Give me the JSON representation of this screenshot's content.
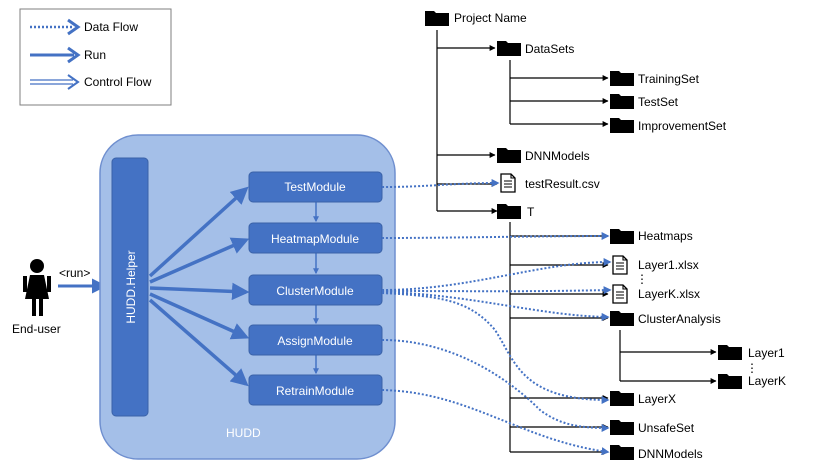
{
  "legend": {
    "items": [
      {
        "label": "Data Flow",
        "style": "dotted"
      },
      {
        "label": "Run",
        "style": "solid"
      },
      {
        "label": "Control Flow",
        "style": "double"
      }
    ]
  },
  "actor": {
    "label": "End-user",
    "run_label": "<run>"
  },
  "hudd": {
    "label": "HUDD",
    "helper_label": "HUDD.Helper",
    "modules": [
      "TestModule",
      "HeatmapModule",
      "ClusterModule",
      "AssignModule",
      "RetrainModule"
    ]
  },
  "tree": {
    "root": "Project Name",
    "datasets": "DataSets",
    "training": "TrainingSet",
    "test": "TestSet",
    "improvement": "ImprovementSet",
    "dnn_models": "DNNModels",
    "test_result": "testResult.csv",
    "t": "T",
    "heatmaps": "Heatmaps",
    "layer1_xlsx": "Layer1.xlsx",
    "ellipsis": "⋮",
    "layerk_xlsx": "LayerK.xlsx",
    "cluster_analysis": "ClusterAnalysis",
    "layer1": "Layer1",
    "layerk": "LayerK",
    "layerx": "LayerX",
    "unsafe_set": "UnsafeSet",
    "dnn_models_out": "DNNModels"
  },
  "colors": {
    "accent": "#4472c4",
    "container": "#a4bfe8",
    "container_border": "#6f8fcf",
    "module_fill": "#4472c4"
  }
}
